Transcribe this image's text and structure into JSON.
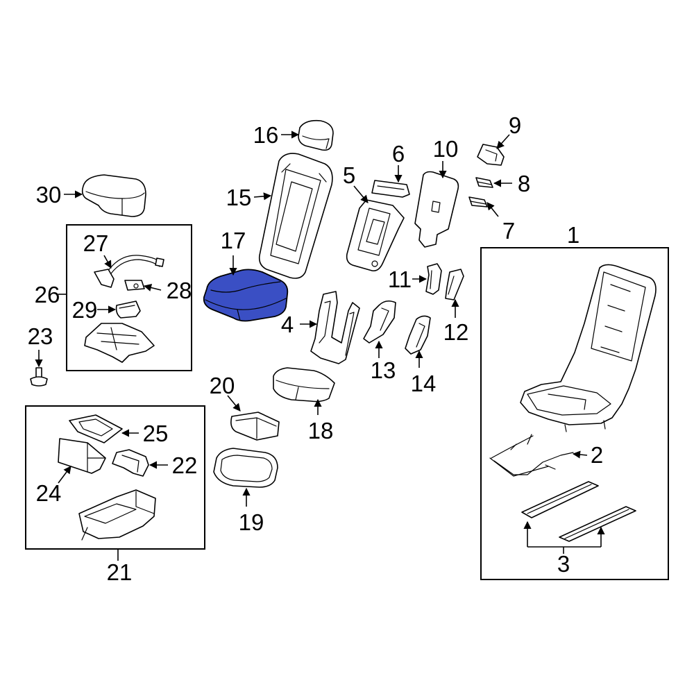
{
  "diagram": {
    "highlight_color": "#3a4fc4",
    "highlighted_callout": "17",
    "callouts": {
      "c1": "1",
      "c2": "2",
      "c3": "3",
      "c4": "4",
      "c5": "5",
      "c6": "6",
      "c7": "7",
      "c8": "8",
      "c9": "9",
      "c10": "10",
      "c11": "11",
      "c12": "12",
      "c13": "13",
      "c14": "14",
      "c15": "15",
      "c16": "16",
      "c17": "17",
      "c18": "18",
      "c19": "19",
      "c20": "20",
      "c21": "21",
      "c22": "22",
      "c23": "23",
      "c24": "24",
      "c25": "25",
      "c26": "26",
      "c27": "27",
      "c28": "28",
      "c29": "29",
      "c30": "30"
    }
  }
}
